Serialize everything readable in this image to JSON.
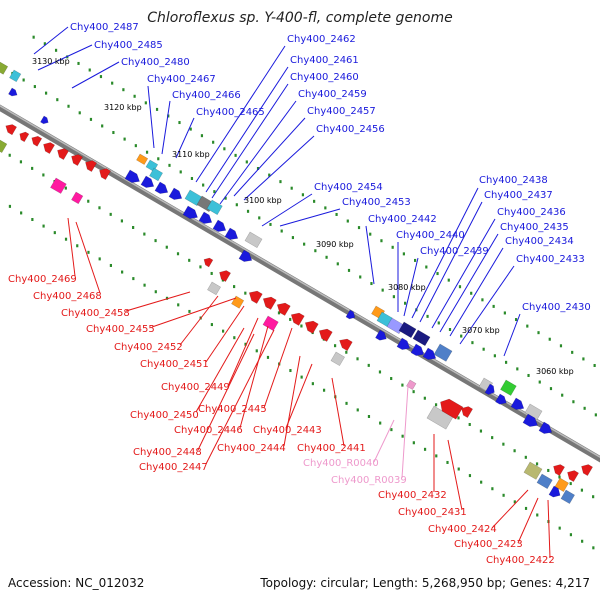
{
  "title": "Chloroflexus sp. Y-400-fl, complete genome",
  "footer": {
    "accession": "Accession: NC_012032",
    "summary": "Topology: circular; Length: 5,268,950 bp; Genes: 4,217"
  },
  "colors": {
    "forward": "#1a1adc",
    "reverse": "#e31a1a",
    "rna": "#ee99cc",
    "backbone": "#777777",
    "tick": "#2a8a2a"
  },
  "kbp_labels": [
    "3130 kbp",
    "3120 kbp",
    "3110 kbp",
    "3100 kbp",
    "3090 kbp",
    "3080 kbp",
    "3070 kbp",
    "3060 kbp"
  ],
  "forward_labels": [
    "Chy400_2487",
    "Chy400_2485",
    "Chy400_2480",
    "Chy400_2467",
    "Chy400_2466",
    "Chy400_2465",
    "Chy400_2462",
    "Chy400_2461",
    "Chy400_2460",
    "Chy400_2459",
    "Chy400_2457",
    "Chy400_2456",
    "Chy400_2454",
    "Chy400_2453",
    "Chy400_2442",
    "Chy400_2440",
    "Chy400_2439",
    "Chy400_2438",
    "Chy400_2437",
    "Chy400_2436",
    "Chy400_2435",
    "Chy400_2434",
    "Chy400_2433",
    "Chy400_2430"
  ],
  "reverse_labels": [
    "Chy400_2469",
    "Chy400_2468",
    "Chy400_2458",
    "Chy400_2455",
    "Chy400_2452",
    "Chy400_2451",
    "Chy400_2449",
    "Chy400_2450",
    "Chy400_2445",
    "Chy400_2446",
    "Chy400_2443",
    "Chy400_2448",
    "Chy400_2444",
    "Chy400_2441",
    "Chy400_2447",
    "Chy400_2432",
    "Chy400_2431",
    "Chy400_2424",
    "Chy400_2423",
    "Chy400_2422"
  ],
  "rna_labels": [
    "Chy400_R0040",
    "Chy400_R0039"
  ]
}
